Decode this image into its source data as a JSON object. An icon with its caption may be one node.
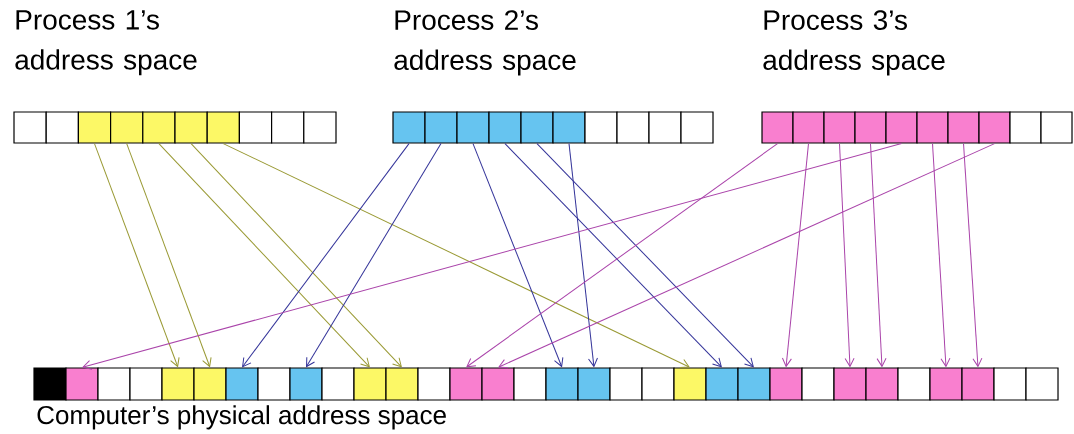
{
  "diagram": {
    "nodes": [
      {
        "text": [
          "Process 1’s address space"
        ]
      },
      {
        "text": [],
        "shape": "box"
      },
      {
        "text": [],
        "shape": "box"
      },
      {
        "text": [],
        "shape": "box"
      },
      {
        "text": [],
        "shape": "box"
      },
      {
        "text": [],
        "shape": "box"
      },
      {
        "text": [],
        "shape": "box"
      },
      {
        "text": [],
        "shape": "box"
      },
      {
        "text": [],
        "shape": "box"
      },
      {
        "text": [],
        "shape": "box"
      },
      {
        "text": [],
        "shape": "box"
      },
      {
        "text": [
          "Process 2’s address space"
        ]
      },
      {
        "text": [],
        "shape": "box"
      },
      {
        "text": [],
        "shape": "box"
      },
      {
        "text": [],
        "shape": "box"
      },
      {
        "text": [],
        "shape": "box"
      },
      {
        "text": [],
        "shape": "box"
      },
      {
        "text": [],
        "shape": "box"
      },
      {
        "text": [],
        "shape": "box"
      },
      {
        "text": [],
        "shape": "box"
      },
      {
        "text": [],
        "shape": "box"
      },
      {
        "text": [],
        "shape": "box"
      },
      {
        "text": [
          "Process 3’s address space"
        ]
      },
      {
        "text": [],
        "shape": "box"
      },
      {
        "text": [],
        "shape": "box"
      },
      {
        "text": [],
        "shape": "box"
      },
      {
        "text": [],
        "shape": "box"
      },
      {
        "text": [],
        "shape": "box"
      },
      {
        "text": [],
        "shape": "box"
      },
      {
        "text": [],
        "shape": "box"
      },
      {
        "text": [],
        "shape": "box"
      },
      {
        "text": [],
        "shape": "box"
      },
      {
        "text": [],
        "shape": "box"
      },
      {
        "text": [
          "Computer’s physical address space"
        ]
      },
      {
        "text": [],
        "shape": "box"
      },
      {
        "text": [],
        "shape": "box"
      },
      {
        "text": [],
        "shape": "box"
      },
      {
        "text": [],
        "shape": "box"
      },
      {
        "text": [],
        "shape": "box"
      },
      {
        "text": [],
        "shape": "box"
      },
      {
        "text": [],
        "shape": "box"
      },
      {
        "text": [],
        "shape": "box"
      },
      {
        "text": [],
        "shape": "box"
      },
      {
        "text": [],
        "shape": "box"
      },
      {
        "text": [],
        "shape": "box"
      },
      {
        "text": [],
        "shape": "box"
      },
      {
        "text": [],
        "shape": "box"
      },
      {
        "text": [],
        "shape": "box"
      },
      {
        "text": [],
        "shape": "box"
      },
      {
        "text": [],
        "shape": "box"
      },
      {
        "text": [],
        "shape": "box"
      },
      {
        "text": [],
        "shape": "box"
      },
      {
        "text": [],
        "shape": "box"
      },
      {
        "text": [],
        "shape": "box"
      },
      {
        "text": [],
        "shape": "box"
      },
      {
        "text": [],
        "shape": "box"
      },
      {
        "text": [],
        "shape": "box"
      },
      {
        "text": [],
        "shape": "box"
      },
      {
        "text": [],
        "shape": "box"
      },
      {
        "text": [],
        "shape": "box"
      },
      {
        "text": [],
        "shape": "box"
      },
      {
        "text": [],
        "shape": "box"
      },
      {
        "text": [],
        "shape": "box"
      },
      {
        "text": [],
        "shape": "box"
      },
      {
        "text": [],
        "shape": "box"
      },
      {
        "text": [],
        "shape": "box"
      }
    ],
    "edges": [
      {
        "from": 3,
        "to": 38,
        "arrow": "to",
        "color": "#999933"
      },
      {
        "from": 4,
        "to": 39,
        "arrow": "to",
        "color": "#999933"
      },
      {
        "from": 5,
        "to": 44,
        "arrow": "to",
        "color": "#999933"
      },
      {
        "from": 6,
        "to": 45,
        "arrow": "to",
        "color": "#999933"
      },
      {
        "from": 7,
        "to": 54,
        "arrow": "to",
        "color": "#999933"
      },
      {
        "from": 12,
        "to": 40,
        "arrow": "to",
        "color": "#333399"
      },
      {
        "from": 13,
        "to": 42,
        "arrow": "to",
        "color": "#333399"
      },
      {
        "from": 14,
        "to": 50,
        "arrow": "to",
        "color": "#333399"
      },
      {
        "from": 15,
        "to": 55,
        "arrow": "to",
        "color": "#333399"
      },
      {
        "from": 16,
        "to": 56,
        "arrow": "to",
        "color": "#333399"
      },
      {
        "from": 17,
        "to": 51,
        "arrow": "to",
        "color": "#333399"
      },
      {
        "from": 23,
        "to": 47,
        "arrow": "to",
        "color": "#aa44aa"
      },
      {
        "from": 24,
        "to": 57,
        "arrow": "to",
        "color": "#aa44aa"
      },
      {
        "from": 25,
        "to": 59,
        "arrow": "to",
        "color": "#aa44aa"
      },
      {
        "from": 26,
        "to": 60,
        "arrow": "to",
        "color": "#aa44aa"
      },
      {
        "from": 27,
        "to": 35,
        "arrow": "to",
        "color": "#aa44aa"
      },
      {
        "from": 28,
        "to": 62,
        "arrow": "to",
        "color": "#aa44aa"
      },
      {
        "from": 29,
        "to": 63,
        "arrow": "to",
        "color": "#aa44aa"
      },
      {
        "from": 30,
        "to": 48,
        "arrow": "to",
        "color": "#aa44aa"
      }
    ]
  }
}
